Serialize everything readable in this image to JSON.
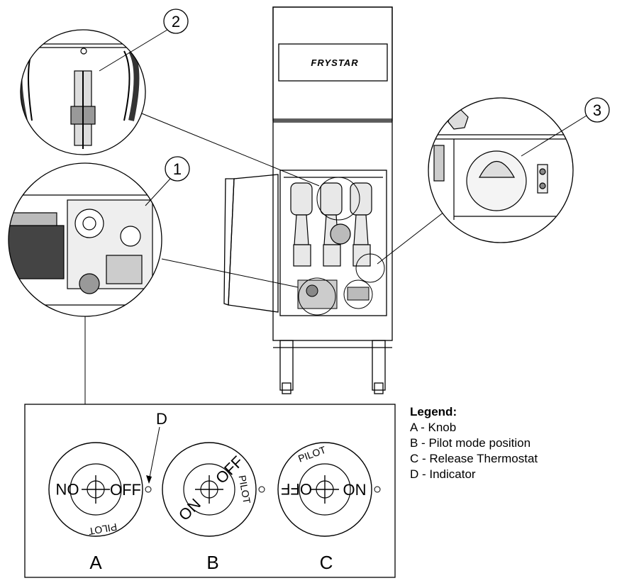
{
  "brand": "FRYSTAR",
  "callouts": [
    "1",
    "2",
    "3"
  ],
  "indicator_label": "D",
  "knobs": [
    {
      "caption": "A",
      "on": "ON",
      "off": "OFF",
      "pilot": "PILOT"
    },
    {
      "caption": "B",
      "on": "ON",
      "off": "OFF",
      "pilot": "PILOT"
    },
    {
      "caption": "C",
      "on": "ON",
      "off": "OFF",
      "pilot": "PILOT"
    }
  ],
  "legend": {
    "title": "Legend:",
    "items": [
      "A - Knob",
      "B - Pilot mode position",
      "C - Release Thermostat",
      "D - Indicator"
    ]
  }
}
